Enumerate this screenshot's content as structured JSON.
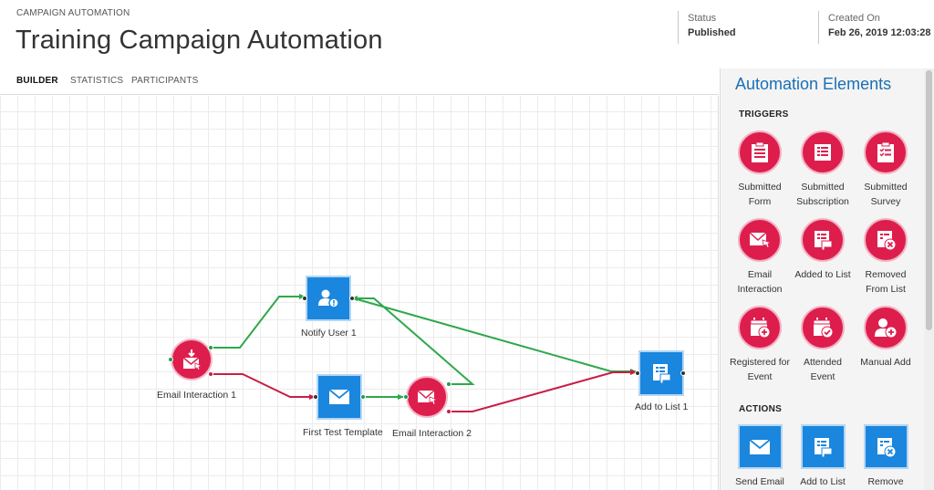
{
  "header": {
    "breadcrumb": "CAMPAIGN AUTOMATION",
    "title": "Training Campaign Automation",
    "status_label": "Status",
    "status_value": "Published",
    "created_label": "Created On",
    "created_value": "Feb 26, 2019 12:03:28"
  },
  "tabs": [
    {
      "label": "BUILDER",
      "active": true
    },
    {
      "label": "STATISTICS",
      "active": false
    },
    {
      "label": "PARTICIPANTS",
      "active": false
    }
  ],
  "canvas": {
    "nodes": [
      {
        "label": "Email Interaction 1",
        "icon": "email-interaction-icon",
        "shape": "circle"
      },
      {
        "label": "Notify User 1",
        "icon": "notify-user-icon",
        "shape": "square"
      },
      {
        "label": "First Test Template",
        "icon": "envelope-icon",
        "shape": "square"
      },
      {
        "label": "Email Interaction 2",
        "icon": "email-interaction-icon",
        "shape": "circle"
      },
      {
        "label": "Add to List 1",
        "icon": "add-to-list-icon",
        "shape": "square"
      }
    ]
  },
  "panel": {
    "title": "Automation Elements",
    "triggers_title": "TRIGGERS",
    "actions_title": "ACTIONS",
    "triggers": [
      {
        "label": "Submitted Form",
        "icon": "form-clipboard-icon"
      },
      {
        "label": "Submitted Subscription",
        "icon": "subscription-list-icon"
      },
      {
        "label": "Submitted Survey",
        "icon": "survey-clipboard-icon"
      },
      {
        "label": "Email Interaction",
        "icon": "email-interaction-icon"
      },
      {
        "label": "Added to List",
        "icon": "add-to-list-icon"
      },
      {
        "label": "Removed From List",
        "icon": "remove-from-list-icon"
      },
      {
        "label": "Registered for Event",
        "icon": "calendar-plus-icon"
      },
      {
        "label": "Attended Event",
        "icon": "calendar-check-icon"
      },
      {
        "label": "Manual Add",
        "icon": "user-add-icon"
      }
    ],
    "actions": [
      {
        "label": "Send Email",
        "icon": "envelope-icon"
      },
      {
        "label": "Add to List",
        "icon": "add-to-list-icon"
      },
      {
        "label": "Remove",
        "icon": "remove-from-list-icon"
      }
    ]
  },
  "colors": {
    "trigger_red": "#dd1e4d",
    "action_blue": "#1a86de",
    "link_green": "#2ea84b",
    "link_red": "#c81e45",
    "title_blue": "#1a6fb5"
  }
}
